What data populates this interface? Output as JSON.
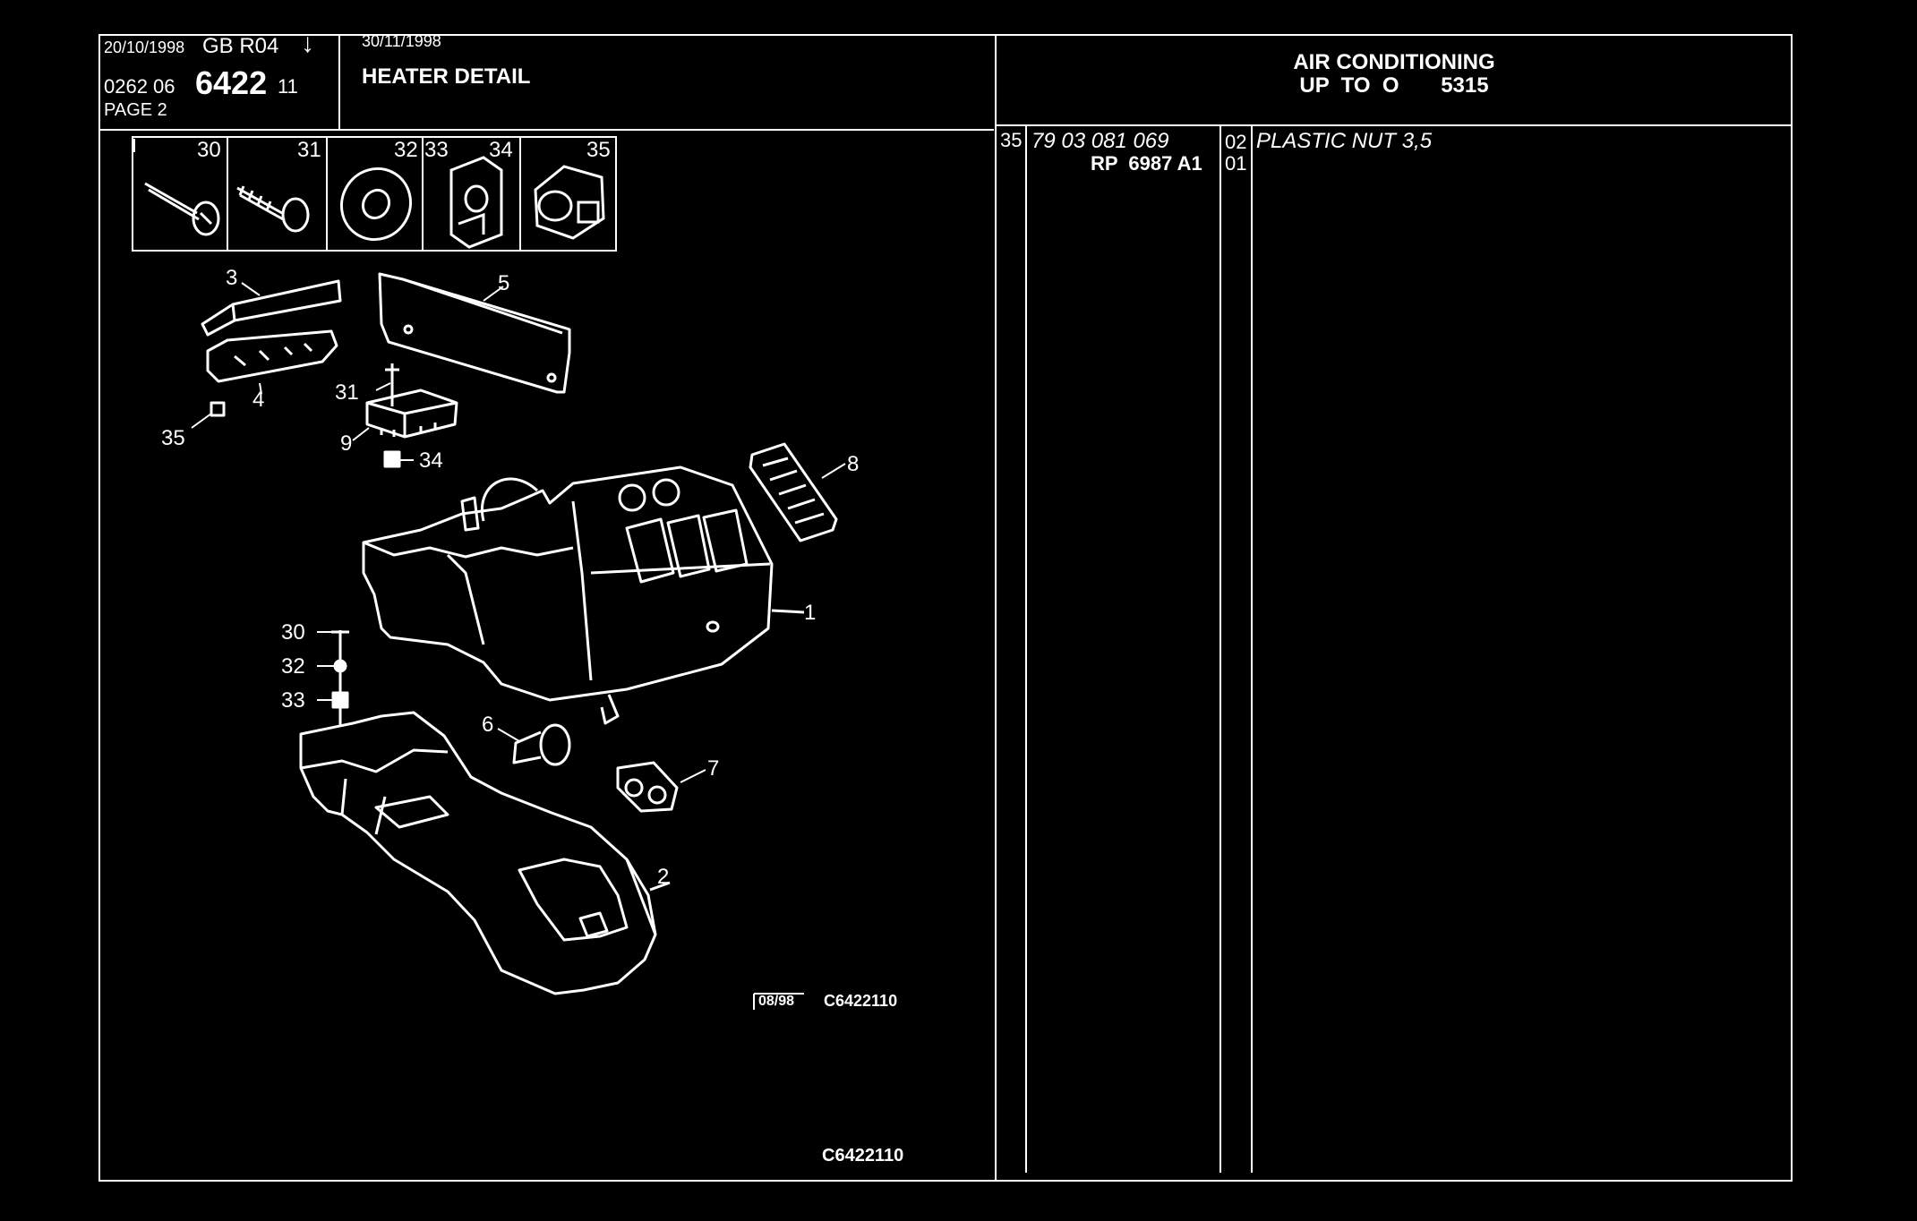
{
  "header": {
    "date": "20/10/1998",
    "country_rev": "GB  R04",
    "down_arrow": "↓",
    "code_prefix": "0262  06",
    "main_number": "6422",
    "code_suffix": "11",
    "page": "PAGE  2",
    "update_date": "30/11/1998",
    "title": "HEATER DETAIL",
    "section_line1": "AIR CONDITIONING",
    "section_line2": "UP  TO  O       5315"
  },
  "hardware_icons": [
    {
      "label": "30",
      "icon": "screw-icon"
    },
    {
      "label": "31",
      "icon": "self-tapping-screw-icon"
    },
    {
      "label": "32",
      "icon": "washer-icon"
    },
    {
      "label": "33",
      "icon": "clip-nut-icon"
    },
    {
      "label": "34",
      "icon": "clip-nut-icon"
    },
    {
      "label": "35",
      "icon": "plastic-nut-icon"
    }
  ],
  "callouts": [
    {
      "id": "c3",
      "text": "3"
    },
    {
      "id": "c5",
      "text": "5"
    },
    {
      "id": "c4",
      "text": "4"
    },
    {
      "id": "c31",
      "text": "31"
    },
    {
      "id": "c35",
      "text": "35"
    },
    {
      "id": "c9",
      "text": "9"
    },
    {
      "id": "c34",
      "text": "34"
    },
    {
      "id": "c8",
      "text": "8"
    },
    {
      "id": "c1",
      "text": "1"
    },
    {
      "id": "c30",
      "text": "30"
    },
    {
      "id": "c32",
      "text": "32"
    },
    {
      "id": "c33",
      "text": "33"
    },
    {
      "id": "c6",
      "text": "6"
    },
    {
      "id": "c7",
      "text": "7"
    },
    {
      "id": "c2",
      "text": "2"
    }
  ],
  "figure_ref_small": "C6422110",
  "figure_ref_box": "08/98",
  "figure_ref_bottom": "C6422110",
  "parts_list": [
    {
      "item": "35",
      "part_number": "79 03 081 069",
      "ref": "RP  6987 A1",
      "qty": "02",
      "qty2": "01",
      "description": "PLASTIC NUT 3,5"
    }
  ]
}
